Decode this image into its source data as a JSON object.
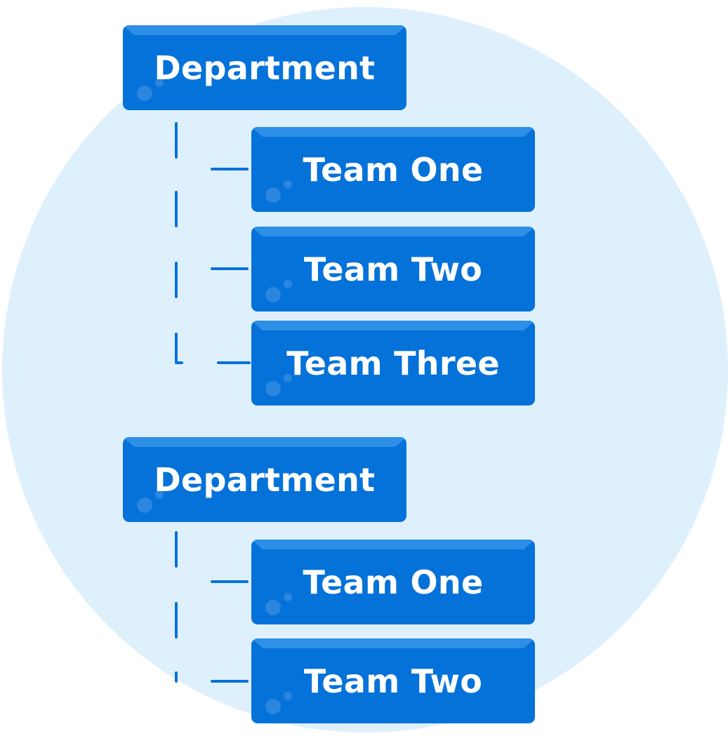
{
  "diagram": {
    "groups": [
      {
        "department": "Department",
        "teams": [
          "Team One",
          "Team Two",
          "Team Three"
        ]
      },
      {
        "department": "Department",
        "teams": [
          "Team One",
          "Team Two"
        ]
      }
    ]
  },
  "colors": {
    "node": "#0572d9",
    "highlight": "#2d8fe6",
    "background_circle": "#dff0fd",
    "text": "#ffffff"
  }
}
